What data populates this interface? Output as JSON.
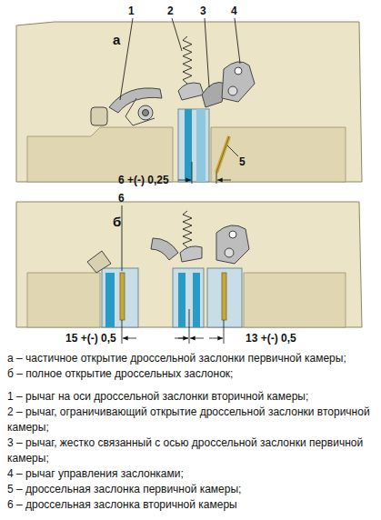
{
  "diagram": {
    "labels": [
      "а",
      "1",
      "2",
      "3",
      "4",
      "5",
      "6 +(-) 0,25",
      "б",
      "6",
      "15 +(-) 0,5",
      "13 +(-) 0,5",
      "а – частичное открытие дроссельной заслонки первичной камеры;",
      "б – полное открытие дроссельных заслонок;",
      "1 – рычаг на оси дроссельной заслонки вторичной камеры;",
      "2 – рычаг, ограничивающий открытие дроссельной заслонки вторичной камеры;",
      "3 – рычаг, жестко связанный с осью дроссельной заслонки первичной камеры;",
      "4 – рычаг управления заслонками;",
      "5 – дроссельная заслонка первичной камеры;",
      "6 – дроссельная заслонка вторичной камеры"
    ]
  }
}
